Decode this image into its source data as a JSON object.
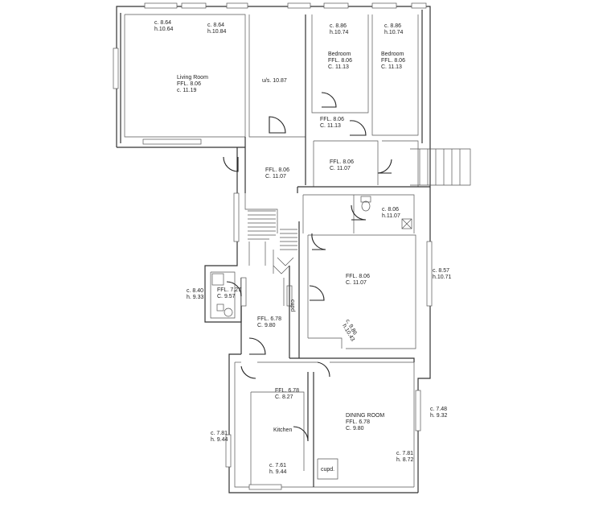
{
  "labels": {
    "lr_c": "c. 8.64",
    "lr_h": "h.10.64",
    "lr_c2": "c. 8.64",
    "lr_h2": "h.10.84",
    "living_name": "Living Room",
    "living_ffl": "FFL. 8.06",
    "living_c": "c. 11.19",
    "us": "u/s. 10.87",
    "bed1_c": "c. 8.86",
    "bed1_h": "h.10.74",
    "bed1_name": "Bedroom",
    "bed1_ffl": "FFL. 8.06",
    "bed1_cc": "C. 11.13",
    "bed2_c": "c. 8.86",
    "bed2_h": "h.10.74",
    "bed2_name": "Bedroom",
    "bed2_ffl": "FFL. 8.06",
    "bed2_cc": "C. 11.13",
    "lob_ffl": "FFL. 8.06",
    "lob_c": "C. 11.13",
    "hall_ffl": "FFL. 8.06",
    "hall_c": "C. 11.07",
    "hall2_ffl": "FFL. 8.06",
    "hall2_c": "C. 11.07",
    "wc_c": "c. 8.06",
    "wc_h": "h.11.07",
    "room_ffl": "FFL. 8.06",
    "room_c": "C. 11.07",
    "side_c": "c. 8.57",
    "side_h": "h.10.71",
    "niche_c": "c. 9.86",
    "niche_h": "h.10.43",
    "wc2_c": "c. 8.40",
    "wc2_h": "h. 9.33",
    "wc2_ffl": "FFL. 7.27",
    "wc2_cc": "C. 9.57",
    "cupd1": "cupd",
    "land_ffl": "FFL. 6.78",
    "land_c": "C. 9.80",
    "kit_ffl": "FFL. 6.78",
    "kit_c": "C. 8.27",
    "kit_name": "Kitchen",
    "kit_side_c": "c. 7.81",
    "kit_side_h": "h. 9.44",
    "kit_bot_c": "c. 7.61",
    "kit_bot_h": "h. 9.44",
    "dining_name": "DINING ROOM",
    "dining_ffl": "FFL. 6.78",
    "dining_c": "C. 9.80",
    "dining_side_c": "c. 7.48",
    "dining_side_h": "h. 9.32",
    "dining_in_c": "c. 7.81",
    "dining_in_h": "h. 8.72",
    "cupd2": "cupd."
  }
}
